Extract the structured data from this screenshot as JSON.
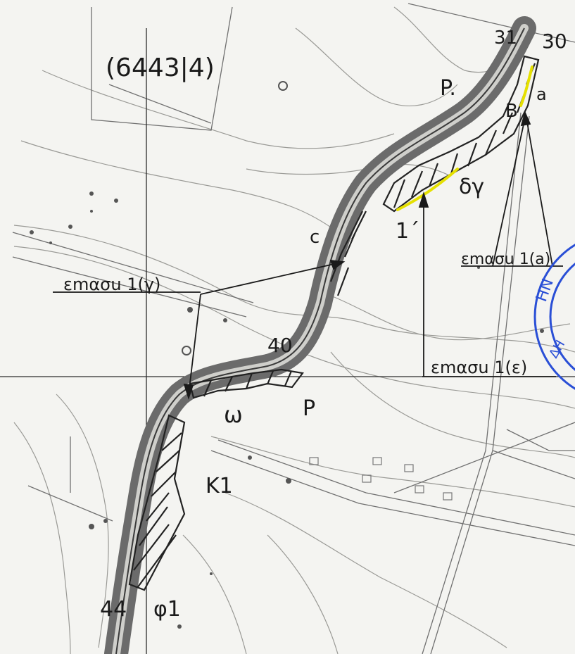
{
  "sheet_reference": "(6443|4)",
  "labels": {
    "region_p": "P.",
    "point_31": "31",
    "point_30": "30",
    "point_a": "a",
    "point_b": "B",
    "point_delta_gamma": "δγ",
    "point_1prime": "1΄",
    "point_40": "40",
    "point_p_lower": "P",
    "point_omega": "ω",
    "zone_k1": "K1",
    "point_44": "44",
    "point_phi1": "φ1",
    "letter_c": "c"
  },
  "callouts": {
    "entasi_a": "εmασu 1(a)",
    "entasi_g": "εmασu 1(γ)",
    "entasi_e": "εmασu 1(ε)"
  },
  "colors": {
    "road_fill": "#6b6b6b",
    "highlight": "#e5e000",
    "stamp": "#2a4fd6",
    "ink": "#1a1a1a"
  }
}
